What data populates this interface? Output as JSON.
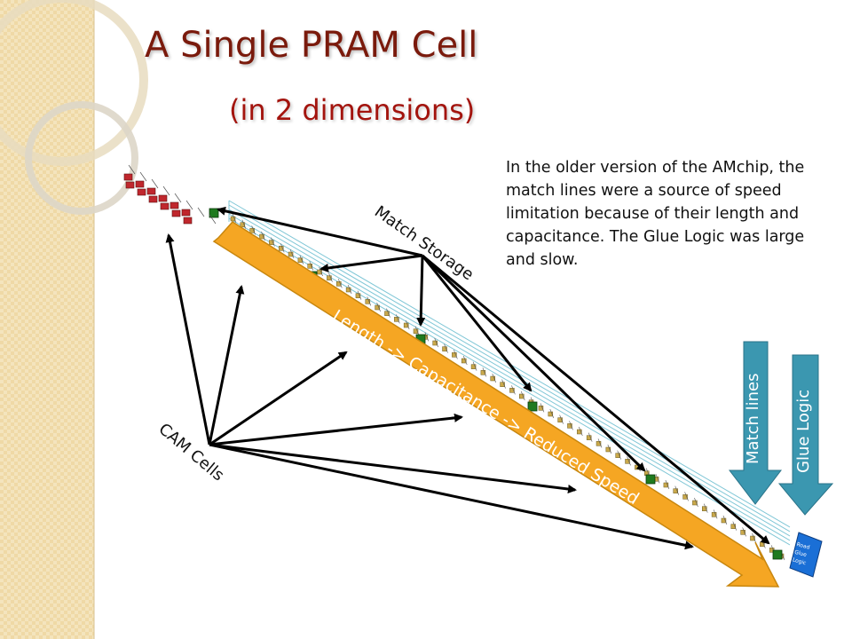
{
  "slide": {
    "title": "A Single PRAM Cell",
    "subtitle": "(in 2 dimensions)",
    "note": "In the older version of the AMchip, the match lines were a source of speed limitation because of their length and capacitance. The Glue Logic was large and slow."
  },
  "labels": {
    "match_storage": "Match Storage",
    "cam_cells": "CAM Cells",
    "band_text": "Length -> Capacitance -> Reduced Speed",
    "match_lines": "Match lines",
    "glue_logic": "Glue Logic"
  },
  "colors": {
    "title": "#7a1a0c",
    "band": "#f5a623",
    "block_arrow": "#3b97b0",
    "chip_block": "#1a6fd6",
    "match_cell": "#1f7a1f",
    "cam_cell": "#c0272d"
  },
  "icons": {
    "glue_logic_block": "chip-icon"
  }
}
